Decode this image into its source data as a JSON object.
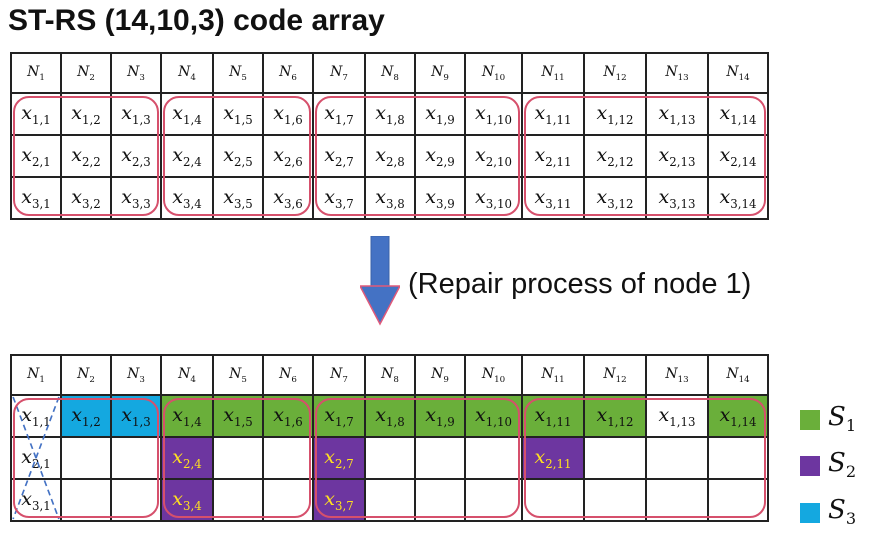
{
  "title": "ST-RS (14,10,3) code array",
  "repair_label": "(Repair process of node 1)",
  "top": {
    "headers": [
      "N1",
      "N2",
      "N3",
      "N4",
      "N5",
      "N6",
      "N7",
      "N8",
      "N9",
      "N10",
      "N11",
      "N12",
      "N13",
      "N14"
    ],
    "rows": [
      [
        "x1,1",
        "x1,2",
        "x1,3",
        "x1,4",
        "x1,5",
        "x1,6",
        "x1,7",
        "x1,8",
        "x1,9",
        "x1,10",
        "x1,11",
        "x1,12",
        "x1,13",
        "x1,14"
      ],
      [
        "x2,1",
        "x2,2",
        "x2,3",
        "x2,4",
        "x2,5",
        "x2,6",
        "x2,7",
        "x2,8",
        "x2,9",
        "x2,10",
        "x2,11",
        "x2,12",
        "x2,13",
        "x2,14"
      ],
      [
        "x3,1",
        "x3,2",
        "x3,3",
        "x3,4",
        "x3,5",
        "x3,6",
        "x3,7",
        "x3,8",
        "x3,9",
        "x3,10",
        "x3,11",
        "x3,12",
        "x3,13",
        "x3,14"
      ]
    ]
  },
  "bottom": {
    "headers": [
      "N1",
      "N2",
      "N3",
      "N4",
      "N5",
      "N6",
      "N7",
      "N8",
      "N9",
      "N10",
      "N11",
      "N12",
      "N13",
      "N14"
    ],
    "rows": [
      [
        "x1,1",
        "x1,2",
        "x1,3",
        "x1,4",
        "x1,5",
        "x1,6",
        "x1,7",
        "x1,8",
        "x1,9",
        "x1,10",
        "x1,11",
        "x1,12",
        "x1,13",
        "x1,14"
      ],
      [
        "x2,1",
        "",
        "",
        "x2,4",
        "",
        "",
        "x2,7",
        "",
        "",
        "",
        "x2,11",
        "",
        "",
        ""
      ],
      [
        "x3,1",
        "",
        "",
        "x3,4",
        "",
        "",
        "x3,7",
        "",
        "",
        "",
        "",
        "",
        "",
        ""
      ]
    ],
    "highlight": [
      [
        "",
        "s3",
        "s3",
        "s1",
        "s1",
        "s1",
        "s1",
        "s1",
        "s1",
        "s1",
        "s1",
        "s1",
        "",
        "s1"
      ],
      [
        "",
        "",
        "",
        "s2",
        "",
        "",
        "s2",
        "",
        "",
        "",
        "s2",
        "",
        "",
        ""
      ],
      [
        "",
        "",
        "",
        "s2",
        "",
        "",
        "s2",
        "",
        "",
        "",
        "",
        "",
        "",
        ""
      ]
    ]
  },
  "legend": [
    {
      "label": "S1",
      "color": "#6aaf3a",
      "key": "s1"
    },
    {
      "label": "S2",
      "color": "#6d36a0",
      "key": "s2"
    },
    {
      "label": "S3",
      "color": "#14a8e0",
      "key": "s3"
    }
  ],
  "colors": {
    "group_border": "#d6506c",
    "arrow": "#4472c4"
  }
}
